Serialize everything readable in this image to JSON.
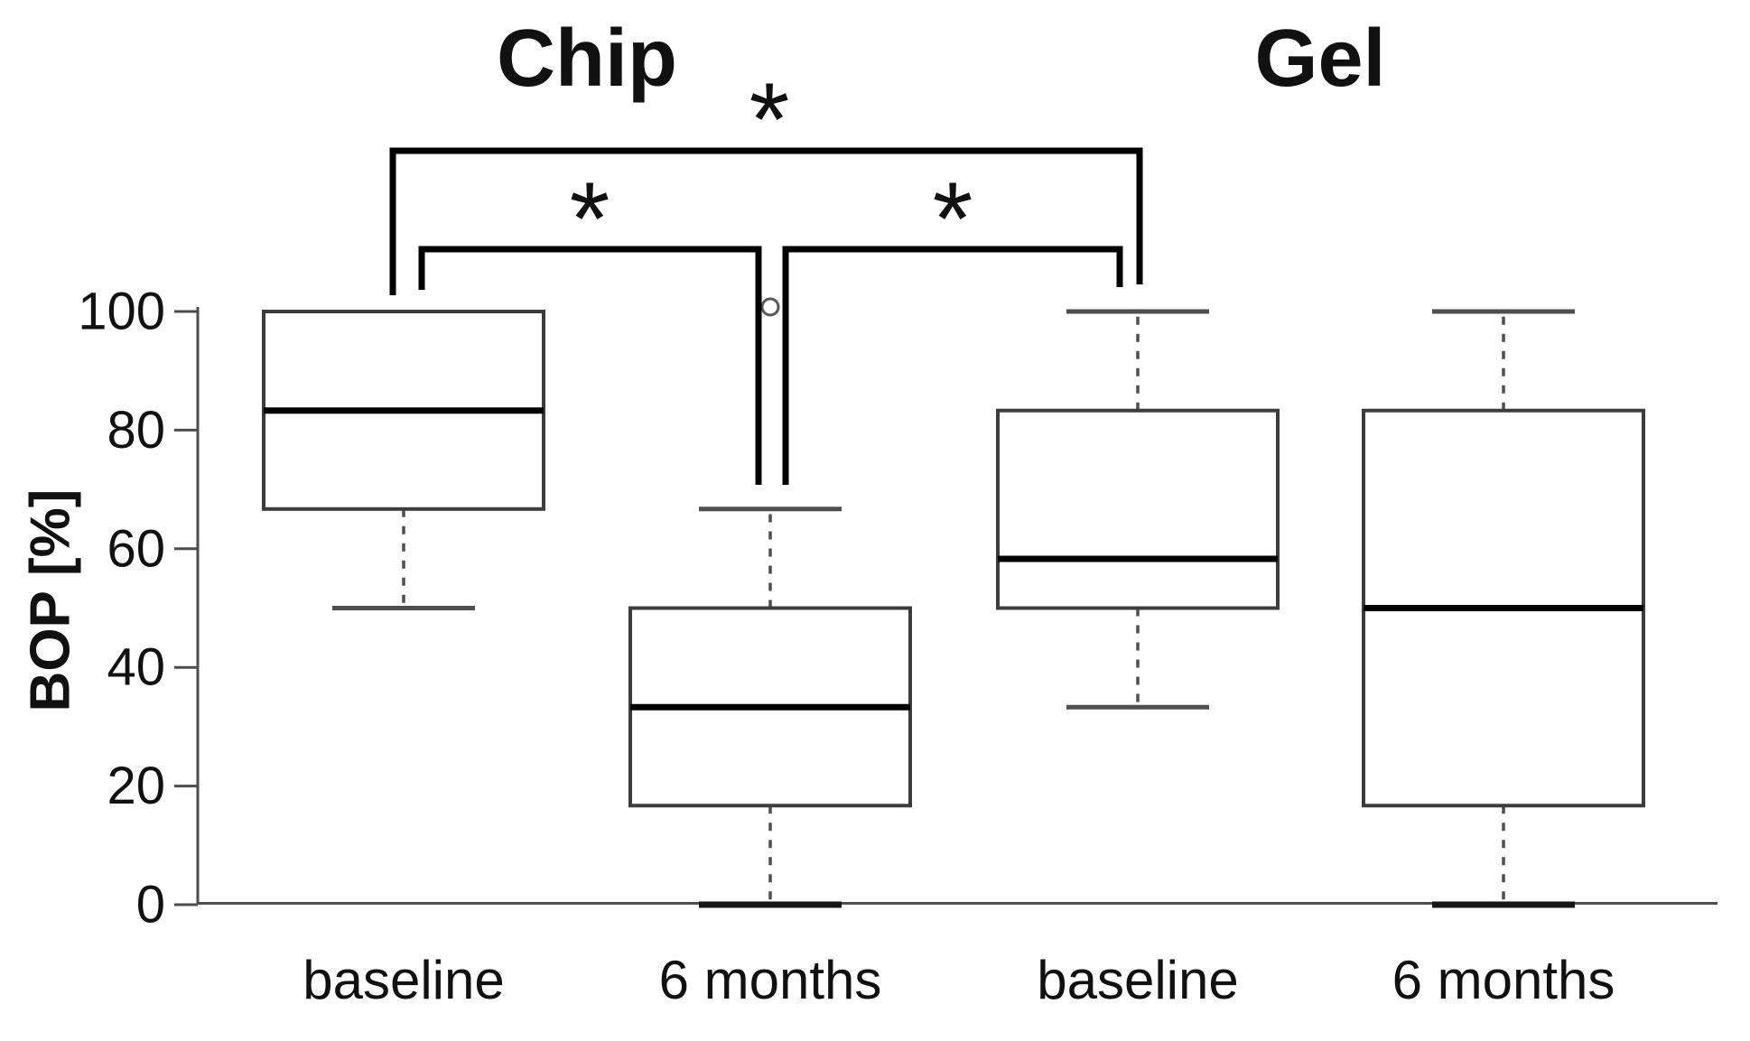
{
  "chart_data": {
    "type": "boxplot",
    "title_groups": [
      "Chip",
      "Gel"
    ],
    "ylabel": "BOP [%]",
    "ylim": [
      0,
      100
    ],
    "yticks": [
      0,
      20,
      40,
      60,
      80,
      100
    ],
    "categories": [
      "baseline",
      "6 months",
      "baseline",
      "6 months"
    ],
    "series": [
      {
        "group": "Chip",
        "label": "baseline",
        "min": 50,
        "q1": 66.7,
        "median": 83.3,
        "q3": 100,
        "max": 100,
        "outliers": []
      },
      {
        "group": "Chip",
        "label": "6 months",
        "min": 0,
        "q1": 16.7,
        "median": 33.3,
        "q3": 50,
        "max": 66.7,
        "outliers": [
          100
        ]
      },
      {
        "group": "Gel",
        "label": "baseline",
        "min": 33.3,
        "q1": 50,
        "median": 58.3,
        "q3": 83.3,
        "max": 100,
        "outliers": []
      },
      {
        "group": "Gel",
        "label": "6 months",
        "min": 0,
        "q1": 16.7,
        "median": 50,
        "q3": 83.3,
        "max": 100,
        "outliers": []
      }
    ],
    "significance": [
      {
        "between": [
          "Chip baseline",
          "Gel baseline"
        ],
        "symbol": "*"
      },
      {
        "between": [
          "Chip baseline",
          "Chip 6 months"
        ],
        "symbol": "*"
      },
      {
        "between": [
          "Chip 6 months",
          "Gel baseline"
        ],
        "symbol": "*"
      }
    ],
    "colors": {
      "background": "#ffffff",
      "box_border": "#3c3c3c",
      "median": "#000000",
      "whisker": "#4f4f4f",
      "axis": "#4d4d4d",
      "bracket": "#000000",
      "text": "#111111"
    },
    "layout_hints": {
      "grid": false,
      "legend": "none"
    }
  }
}
